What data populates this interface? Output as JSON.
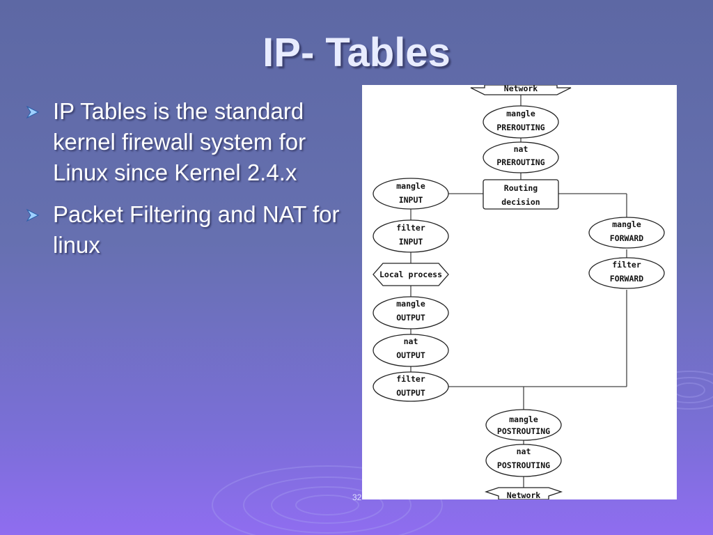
{
  "slide": {
    "title": "IP- Tables",
    "page_number": "32",
    "bullets": [
      {
        "text": "IP Tables is the standard kernel firewall system for Linux since Kernel 2.4.x"
      },
      {
        "text": "Packet Filtering and NAT for linux"
      }
    ]
  },
  "diagram": {
    "nodes": {
      "network_in": [
        "Network"
      ],
      "mangle_prerouting": [
        "mangle",
        "PREROUTING"
      ],
      "nat_prerouting": [
        "nat",
        "PREROUTING"
      ],
      "routing_decision": [
        "Routing",
        "decision"
      ],
      "mangle_input": [
        "mangle",
        "INPUT"
      ],
      "filter_input": [
        "filter",
        "INPUT"
      ],
      "local_process": [
        "Local process"
      ],
      "mangle_output": [
        "mangle",
        "OUTPUT"
      ],
      "nat_output": [
        "nat",
        "OUTPUT"
      ],
      "filter_output": [
        "filter",
        "OUTPUT"
      ],
      "mangle_forward": [
        "mangle",
        "FORWARD"
      ],
      "filter_forward": [
        "filter",
        "FORWARD"
      ],
      "mangle_postrouting": [
        "mangle",
        "POSTROUTING"
      ],
      "nat_postrouting": [
        "nat",
        "POSTROUTING"
      ],
      "network_out": [
        "Network"
      ]
    }
  }
}
